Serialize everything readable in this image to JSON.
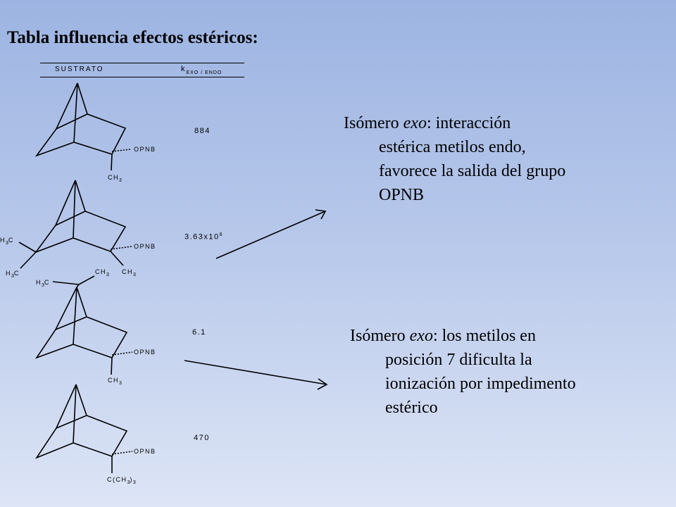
{
  "title": "Tabla influencia efectos estéricos:",
  "table": {
    "col_sustrato": "SUSTRATO",
    "col_k_main": "k",
    "col_k_sub": "EXO / ENDO"
  },
  "rows": [
    {
      "k": "884",
      "groups": {
        "opnb": "OPNB",
        "ch3": "CH",
        "ch3_sub": "3"
      }
    },
    {
      "k": "3.63x10",
      "k_exp": "6",
      "groups": {
        "opnb": "OPNB",
        "h3c_a": "H",
        "h3c_a_sub": "3",
        "h3c_a_tail": "C",
        "h3c_b": "H",
        "h3c_b_sub": "3",
        "h3c_b_tail": "C",
        "ch3": "CH",
        "ch3_sub": "3"
      }
    },
    {
      "k": "6.1",
      "groups": {
        "opnb": "OPNB",
        "h3c": "H",
        "h3c_sub": "3",
        "h3c_tail": "C",
        "ch3_top": "CH",
        "ch3_top_sub": "3",
        "ch3": "CH",
        "ch3_sub": "3"
      }
    },
    {
      "k": "470",
      "groups": {
        "opnb": "OPNB",
        "cch": "C(CH",
        "cch_sub": "3",
        "cch_tail": ")",
        "cch_sub2": "3"
      }
    }
  ],
  "note1": {
    "prefix": "Isómero ",
    "italic": "exo",
    "rest": ": interacción",
    "line2": "estérica metilos endo,",
    "line3": "favorece la salida del grupo",
    "line4": "OPNB"
  },
  "note2": {
    "prefix": "Isómero ",
    "italic": "exo",
    "rest": ": los metilos en",
    "line2": "posición 7 dificulta la",
    "line3": "ionización por impedimento",
    "line4": "estérico"
  }
}
